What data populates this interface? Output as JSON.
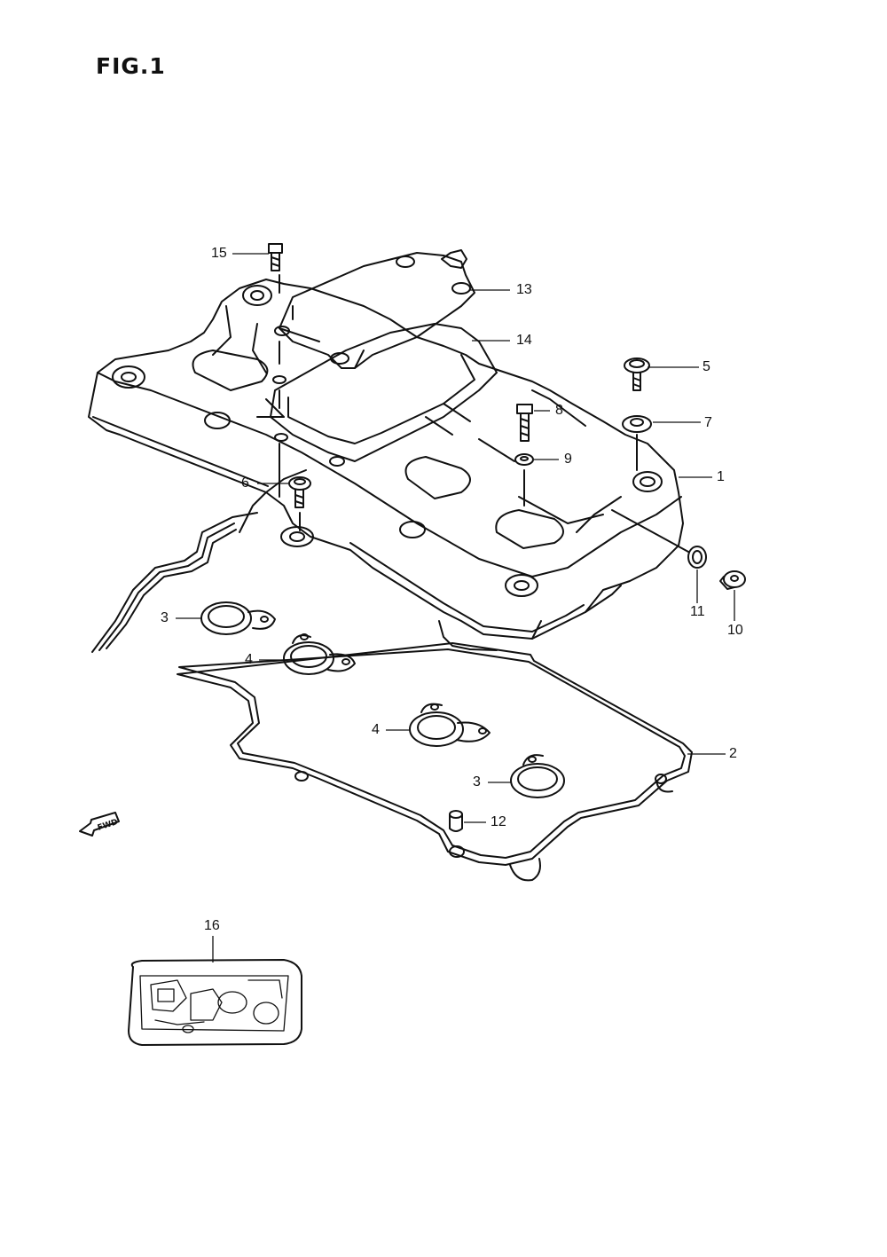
{
  "figure": {
    "title": "FIG.1"
  },
  "direction_badge": "FWD",
  "callouts": [
    {
      "id": "c15",
      "label": "15"
    },
    {
      "id": "c13",
      "label": "13"
    },
    {
      "id": "c14",
      "label": "14"
    },
    {
      "id": "c5",
      "label": "5"
    },
    {
      "id": "c8",
      "label": "8"
    },
    {
      "id": "c7",
      "label": "7"
    },
    {
      "id": "c9",
      "label": "9"
    },
    {
      "id": "c1",
      "label": "1"
    },
    {
      "id": "c6",
      "label": "6"
    },
    {
      "id": "c11",
      "label": "11"
    },
    {
      "id": "c10",
      "label": "10"
    },
    {
      "id": "c3a",
      "label": "3"
    },
    {
      "id": "c4a",
      "label": "4"
    },
    {
      "id": "c4b",
      "label": "4"
    },
    {
      "id": "c2",
      "label": "2"
    },
    {
      "id": "c3b",
      "label": "3"
    },
    {
      "id": "c12",
      "label": "12"
    },
    {
      "id": "c16",
      "label": "16"
    }
  ]
}
